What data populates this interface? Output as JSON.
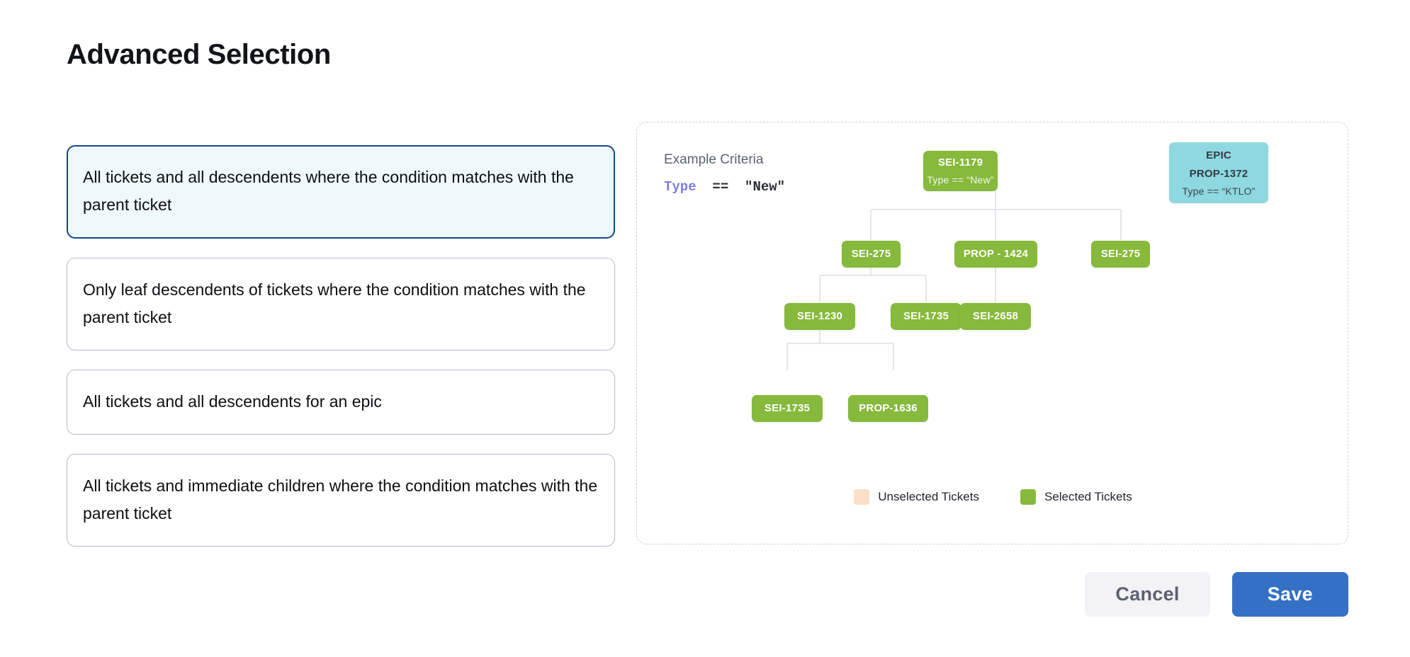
{
  "page_title": "Advanced Selection",
  "options": [
    {
      "label": "All tickets and all descendents where the condition matches with the parent ticket",
      "selected": true
    },
    {
      "label": "Only leaf descendents of tickets where the condition matches with the parent ticket",
      "selected": false
    },
    {
      "label": "All tickets and all descendents for an epic",
      "selected": false
    },
    {
      "label": "All tickets and immediate children where the condition matches with the parent ticket",
      "selected": false
    }
  ],
  "diagram": {
    "criteria_label": "Example Criteria",
    "criteria_keyword": "Type",
    "criteria_operator": "==",
    "criteria_value": "\"New\"",
    "nodes": {
      "root": {
        "id": "SEI-1179",
        "sub": "Type == “New”"
      },
      "epic": {
        "kind": "EPIC",
        "id": "PROP-1372",
        "sub": "Type == “KTLO”"
      },
      "r2c1": {
        "id": "SEI-275"
      },
      "r2c2": {
        "id": "PROP - 1424"
      },
      "r2c3": {
        "id": "SEI-275"
      },
      "r3c1": {
        "id": "SEI-1230"
      },
      "r3c2": {
        "id": "SEI-1735"
      },
      "r3c3": {
        "id": "SEI-2658"
      },
      "r4c1": {
        "id": "SEI-1735"
      },
      "r4c2": {
        "id": "PROP-1636"
      }
    },
    "legend": [
      {
        "label": "Unselected Tickets",
        "color": "#fbdfc8"
      },
      {
        "label": "Selected Tickets",
        "color": "#86b93c"
      }
    ],
    "colors": {
      "selected_node": "#86b93c",
      "epic_node": "#8ed8e0",
      "connector": "#dcdfe4"
    }
  },
  "footer": {
    "cancel_label": "Cancel",
    "save_label": "Save"
  },
  "theme": {
    "accent": "#3471c4",
    "selected_border": "#18468f",
    "selected_bg": "#eff8fb",
    "keyword": "#7b7fe0"
  }
}
